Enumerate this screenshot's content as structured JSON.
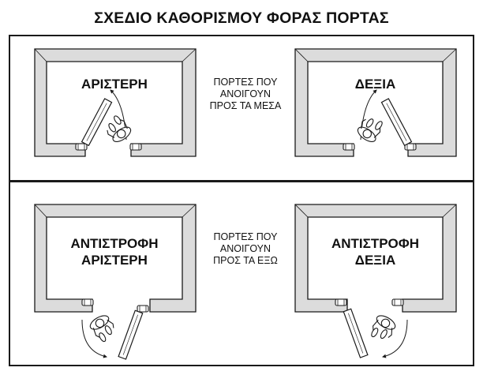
{
  "title": "ΣΧΕΔΙΟ ΚΑΘΟΡΙΣΜΟΥ ΦΟΡΑΣ ΠΟΡΤΑΣ",
  "top_panel": {
    "left_label": "ΑΡΙΣΤΕΡΗ",
    "right_label": "ΔΕΞΙΑ",
    "center_lines": [
      "ΠΟΡΤΕΣ ΠΟΥ",
      "ΑΝΟΙΓΟΥΝ",
      "ΠΡΟΣ ΤΑ ΜΕΣΑ"
    ]
  },
  "bottom_panel": {
    "left_label_lines": [
      "ΑΝΤΙΣΤΡΟΦΗ",
      "ΑΡΙΣΤΕΡΗ"
    ],
    "right_label_lines": [
      "ΑΝΤΙΣΤΡΟΦΗ",
      "ΔΕΞΙΑ"
    ],
    "center_lines": [
      "ΠΟΡΤΕΣ ΠΟΥ",
      "ΑΝΟΙΓΟΥΝ",
      "ΠΡΟΣ ΤΑ ΕΞΩ"
    ]
  },
  "icons": [
    "door-leaf-icon",
    "door-hinge-icon",
    "person-icon",
    "swing-arrow-icon"
  ],
  "colors": {
    "wall_fill": "#dcdcdc",
    "line": "#1a1a1a",
    "background": "#ffffff"
  }
}
